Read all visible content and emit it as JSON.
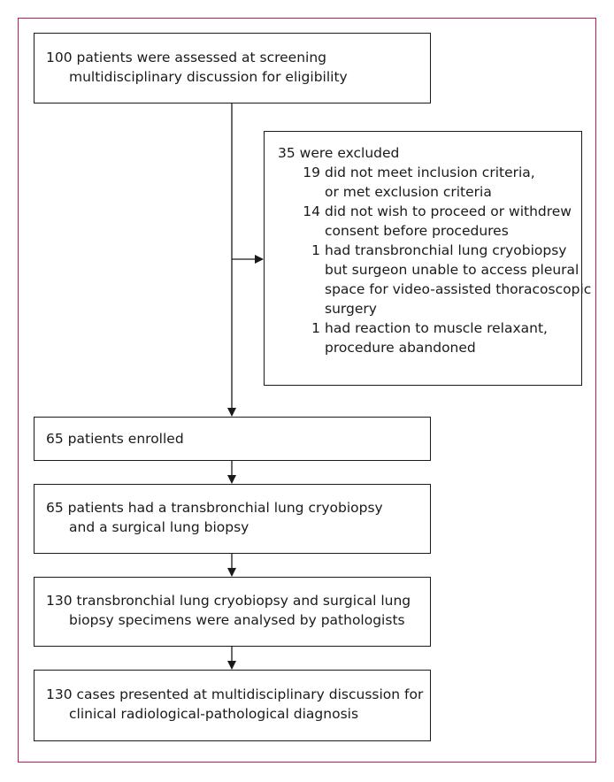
{
  "flowchart": {
    "screening": {
      "lines": [
        "100 patients were assessed at screening",
        "multidisciplinary discussion for eligibility"
      ]
    },
    "excluded": {
      "title": "35 were excluded",
      "items": [
        {
          "num": "19",
          "lines": [
            "did not meet inclusion criteria,",
            "or met exclusion criteria"
          ]
        },
        {
          "num": "14",
          "lines": [
            "did not wish to proceed or withdrew",
            "consent before procedures"
          ]
        },
        {
          "num": "1",
          "lines": [
            "had transbronchial lung cryobiopsy",
            "but surgeon unable to access pleural",
            "space for video-assisted thoracoscopic",
            "surgery"
          ]
        },
        {
          "num": "1",
          "lines": [
            "had reaction to muscle relaxant,",
            "procedure abandoned"
          ]
        }
      ]
    },
    "enrolled": {
      "lines": [
        "65 patients enrolled"
      ]
    },
    "biopsy": {
      "lines": [
        "65 patients had a transbronchial lung cryobiopsy",
        "and a surgical lung biopsy"
      ]
    },
    "analysed": {
      "lines": [
        "130 transbronchial lung cryobiopsy and surgical lung",
        "biopsy specimens were analysed by pathologists"
      ]
    },
    "presented": {
      "lines": [
        "130 cases presented at multidisciplinary discussion for",
        "clinical radiological-pathological diagnosis"
      ]
    }
  },
  "colors": {
    "frame": "#c2185b",
    "line": "#1a1a1a"
  }
}
